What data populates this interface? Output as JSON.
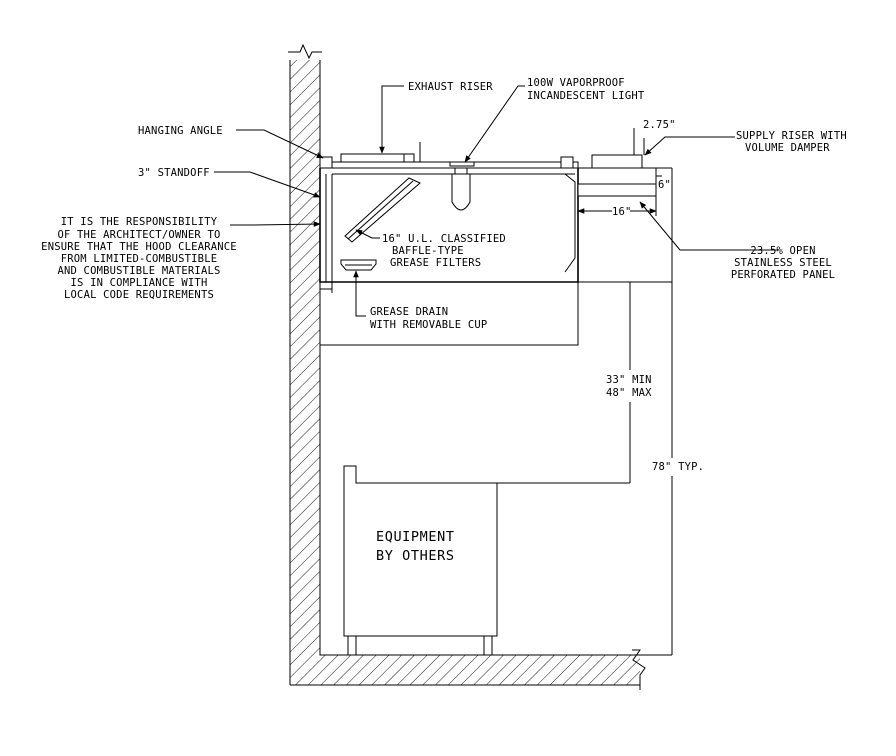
{
  "labels": {
    "exhaust_riser": "EXHAUST RISER",
    "light_1": "100W VAPORPROOF",
    "light_2": "INCANDESCENT LIGHT",
    "hanging_angle": "HANGING ANGLE",
    "standoff": "3\" STANDOFF",
    "resp": [
      "IT IS THE RESPONSIBILITY",
      "OF THE ARCHITECT/OWNER TO",
      "ENSURE THAT THE HOOD CLEARANCE",
      "FROM LIMITED-COMBUSTIBLE",
      "AND COMBUSTIBLE MATERIALS",
      "IS IN COMPLIANCE WITH",
      "LOCAL CODE REQUIREMENTS"
    ],
    "filters": [
      "16\" U.L. CLASSIFIED",
      "BAFFLE-TYPE",
      "GREASE FILTERS"
    ],
    "drain": [
      "GREASE DRAIN",
      "WITH REMOVABLE CUP"
    ],
    "supply": [
      "SUPPLY RISER WITH",
      "VOLUME DAMPER"
    ],
    "panel": [
      "23.5% OPEN",
      "STAINLESS STEEL",
      "PERFORATED PANEL"
    ],
    "dim_275": "2.75\"",
    "dim_6": "6\"",
    "dim_16": "16\"",
    "clearance": [
      "33\" MIN",
      "48\" MAX"
    ],
    "typ": "78\" TYP.",
    "equipment": [
      "EQUIPMENT",
      "BY OTHERS"
    ]
  }
}
